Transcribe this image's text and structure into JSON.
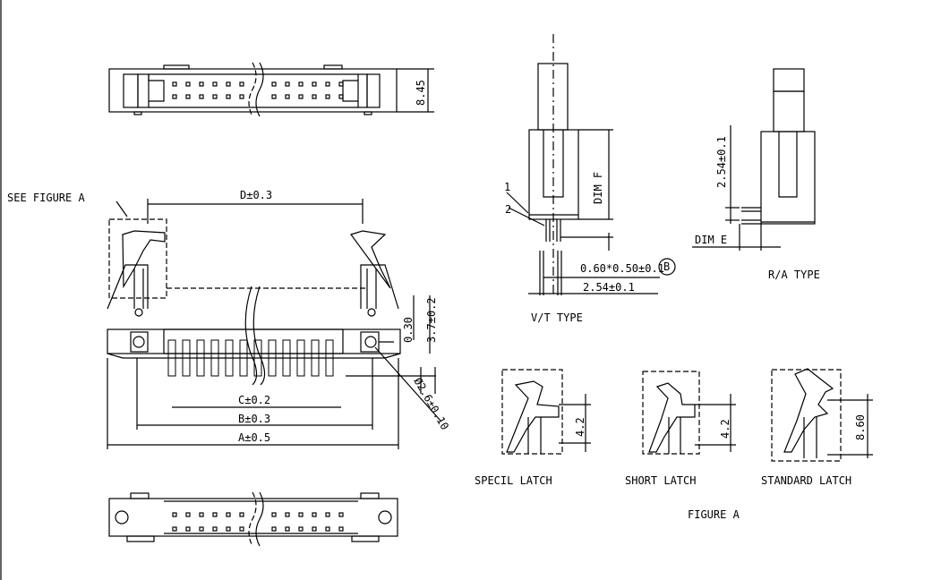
{
  "labels": {
    "see_figure": "SEE FIGURE A",
    "dim_d": "D±0.3",
    "dim_c": "C±0.2",
    "dim_b": "B±0.3",
    "dim_a": "A±0.5",
    "dim_030": "0.30",
    "dim_37": "3.7±0.2",
    "dim_hole": "Ø2.6±0.10",
    "dim_845": "8.45",
    "dim_f": "DIM F",
    "callout_1": "1",
    "callout_2": "2",
    "pin_width": "0.60*0.50±0.1",
    "pin_ref": "B",
    "pitch_vt": "2.54±0.1",
    "vt_type": "V/T TYPE",
    "pitch_ra": "2.54±0.1",
    "dim_e": "DIM E",
    "ra_type": "R/A TYPE",
    "h1": "4.2",
    "h2": "4.2",
    "h3": "8.60",
    "latch1": "SPECIL  LATCH",
    "latch2": "SHORT LATCH",
    "latch3": "STANDARD LATCH",
    "figure_a": "FIGURE A"
  }
}
